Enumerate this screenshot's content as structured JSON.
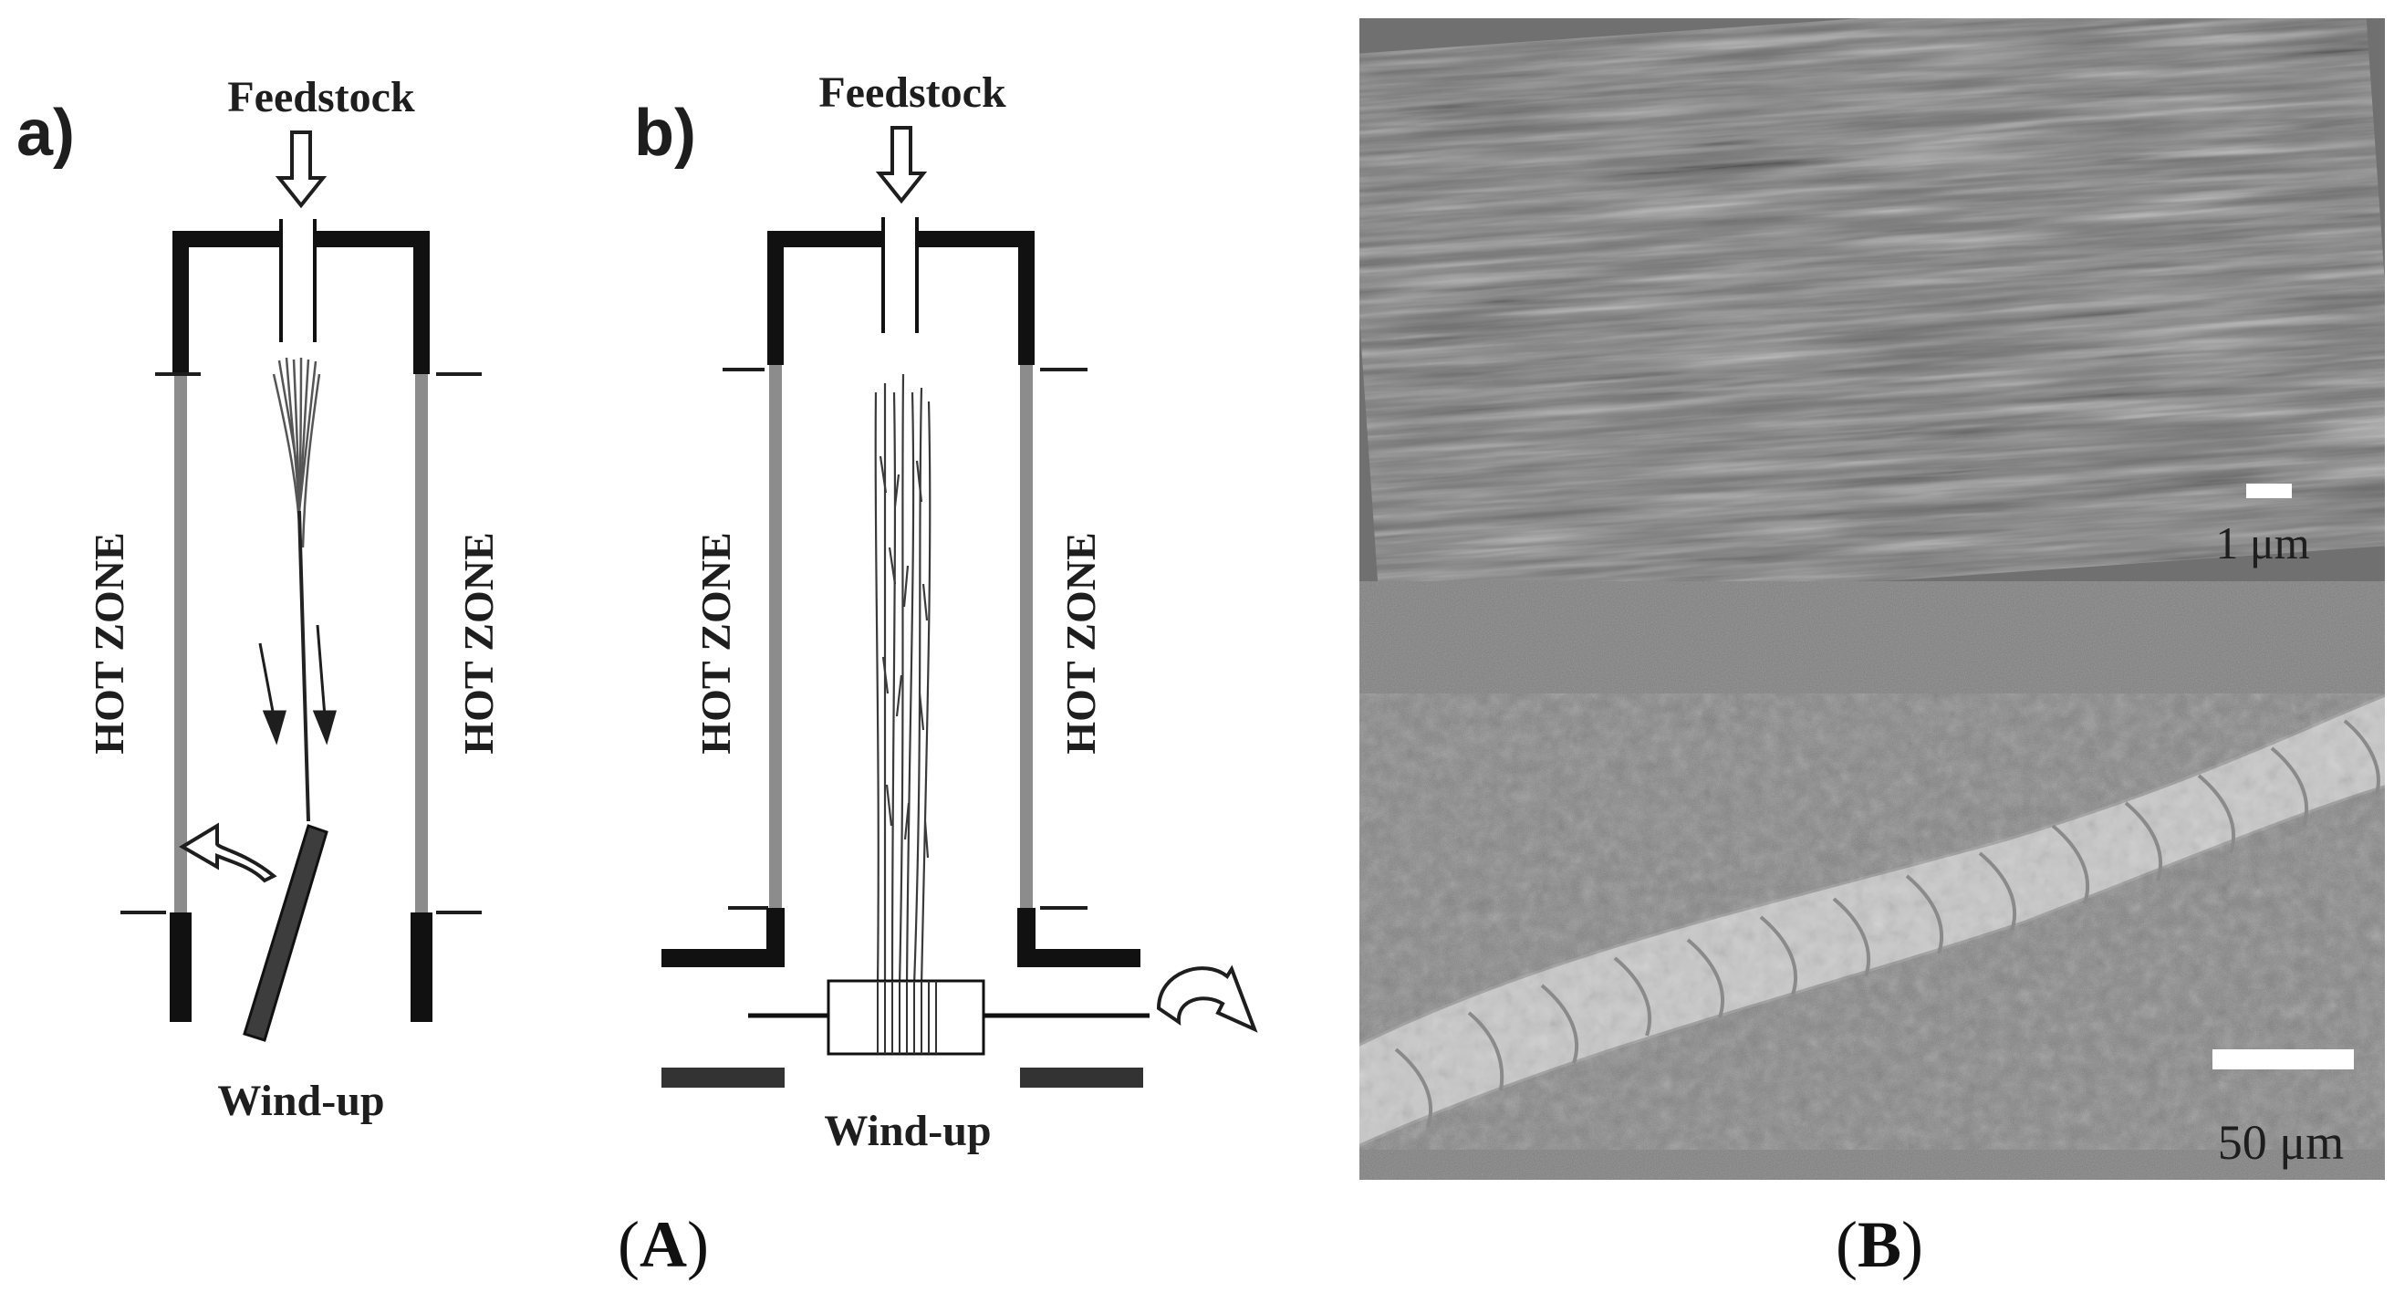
{
  "panel_A": {
    "caption_open": "(",
    "caption_letter": "A",
    "caption_close": ")",
    "diagram_a": {
      "tag": "a)",
      "feedstock": "Feedstock",
      "hot_zone_left": "HOT ZONE",
      "hot_zone_right": "HOT ZONE",
      "wind_up": "Wind-up"
    },
    "diagram_b": {
      "tag": "b)",
      "feedstock": "Feedstock",
      "hot_zone_left": "HOT ZONE",
      "hot_zone_right": "HOT ZONE",
      "wind_up": "Wind-up"
    }
  },
  "panel_B": {
    "caption_open": "(",
    "caption_letter": "B",
    "caption_close": ")",
    "scale_top": "1 μm",
    "scale_bottom": "50 μm"
  },
  "colors": {
    "ink": "#1e1e1e",
    "wall": "#111111",
    "hot_zone": "#8c8c8c",
    "sem_top": "#6e6e6e",
    "sem_bottom": "#777777",
    "fiber": "#c8c8c8"
  }
}
